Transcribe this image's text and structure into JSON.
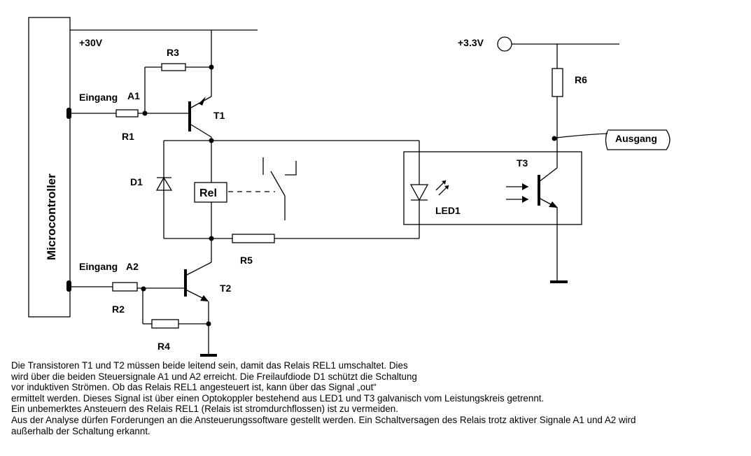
{
  "labels": {
    "v30": "+30V",
    "v33": "+3.3V",
    "r1": "R1",
    "r2": "R2",
    "r3": "R3",
    "r4": "R4",
    "r5": "R5",
    "r6": "R6",
    "t1": "T1",
    "t2": "T2",
    "t3": "T3",
    "d1": "D1",
    "led1": "LED1",
    "rel": "Rel",
    "microcontroller": "Microcontroller",
    "eingang": "Eingang",
    "a1": "A1",
    "a2": "A2",
    "ausgang": "Ausgang"
  },
  "description": [
    "Die Transistoren T1 und T2 müssen beide leitend sein, damit das Relais REL1 umschaltet. Dies",
    "wird über die beiden Steuersignale A1 und A2 erreicht. Die Freilaufdiode D1 schützt die Schaltung",
    "vor induktiven Strömen. Ob das Relais REL1 angesteuert ist, kann über das Signal „out“",
    "ermittelt werden. Dieses Signal ist über einen Optokoppler bestehend aus LED1 und T3 galvanisch vom Leistungskreis getrennt.",
    "Ein unbemerktes Ansteuern des Relais REL1 (Relais ist stromdurchflossen) ist zu vermeiden.",
    "Aus der Analyse dürfen Forderungen an die Ansteuerungssoftware gestellt werden. Ein Schaltversagen des Relais trotz aktiver Signale A1 und A2 wird",
    "außerhalb der Schaltung erkannt."
  ]
}
